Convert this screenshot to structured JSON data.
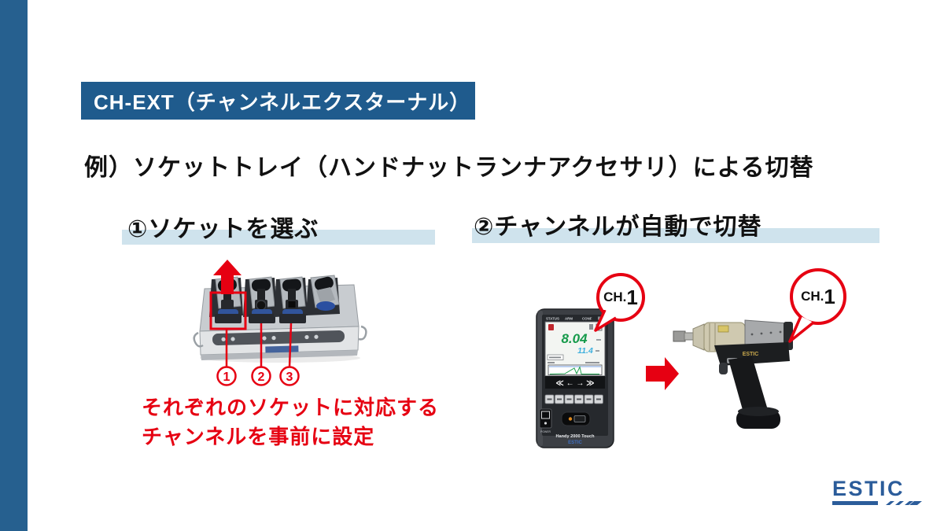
{
  "colors": {
    "accent_blue": "#1f5b8d",
    "sidebar_blue": "#26608f",
    "light_blue": "#cfe3ed",
    "red": "#e60012",
    "logo_blue": "#2b5c9a"
  },
  "header": {
    "title": "CH-EXT（チャンネルエクスターナル）"
  },
  "subtitle": "例）ソケットトレイ（ハンドナットランナアクセサリ）による切替",
  "steps": {
    "step1_label": "①ソケットを選ぶ",
    "step2_label": "②チャンネルが自動で切替"
  },
  "tray": {
    "callout_1": "1",
    "callout_2": "2",
    "callout_3": "3",
    "note_line1": "それぞれのソケットに対応する",
    "note_line2": "チャンネルを事前に設定"
  },
  "bubble1": {
    "prefix": "CH.",
    "number": "1"
  },
  "bubble2": {
    "prefix": "CH.",
    "number": "1"
  },
  "device": {
    "status_labels": [
      "STATUS",
      "ARM",
      "CONF"
    ],
    "torque_value": "8.04",
    "angle_value": "11.4",
    "nav_arrows": "≪  ←  →  ≫",
    "power_label": "POWER",
    "model": "Handy 2000 Touch",
    "brand": "ESTIC"
  },
  "tool": {
    "brand": "ESTIC"
  },
  "footer": {
    "logo_text": "ESTIC"
  }
}
